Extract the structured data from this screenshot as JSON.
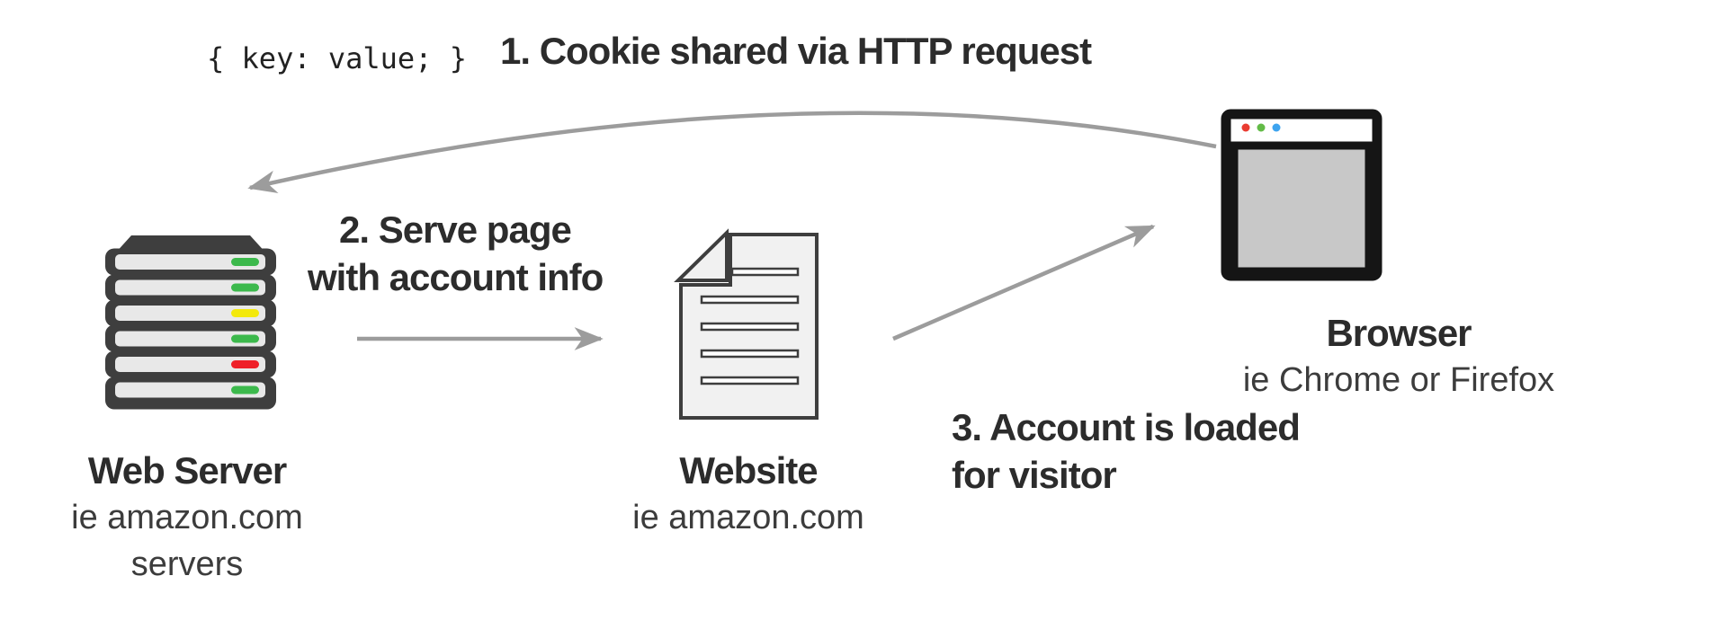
{
  "header": {
    "code_snippet": "{ key: value; }",
    "step1_label": "1. Cookie shared via HTTP request"
  },
  "steps": {
    "step2": {
      "line1": "2. Serve page",
      "line2": "with account info"
    },
    "step3": {
      "line1": "3. Account is loaded",
      "line2": "for visitor"
    }
  },
  "nodes": {
    "web_server": {
      "title": "Web Server",
      "subtitle1": "ie amazon.com",
      "subtitle2": "servers"
    },
    "website": {
      "title": "Website",
      "subtitle1": "ie amazon.com"
    },
    "browser": {
      "title": "Browser",
      "subtitle1": "ie Chrome or Firefox"
    }
  },
  "colors": {
    "arrow": "#9c9c9c",
    "server_body": "#3e3e3e",
    "server_slot": "#e8e8e8",
    "led_colors": [
      "#3cb94c",
      "#3cb94c",
      "#f3e90c",
      "#3cb94c",
      "#ef1f28",
      "#3cb94c"
    ],
    "document_fill": "#f1f1f1",
    "document_stroke": "#3e3e3e",
    "browser_frame": "#151515",
    "browser_content": "#c8c8c8",
    "browser_dots": [
      "#ea3c31",
      "#63bb47",
      "#3ea4ef"
    ]
  }
}
